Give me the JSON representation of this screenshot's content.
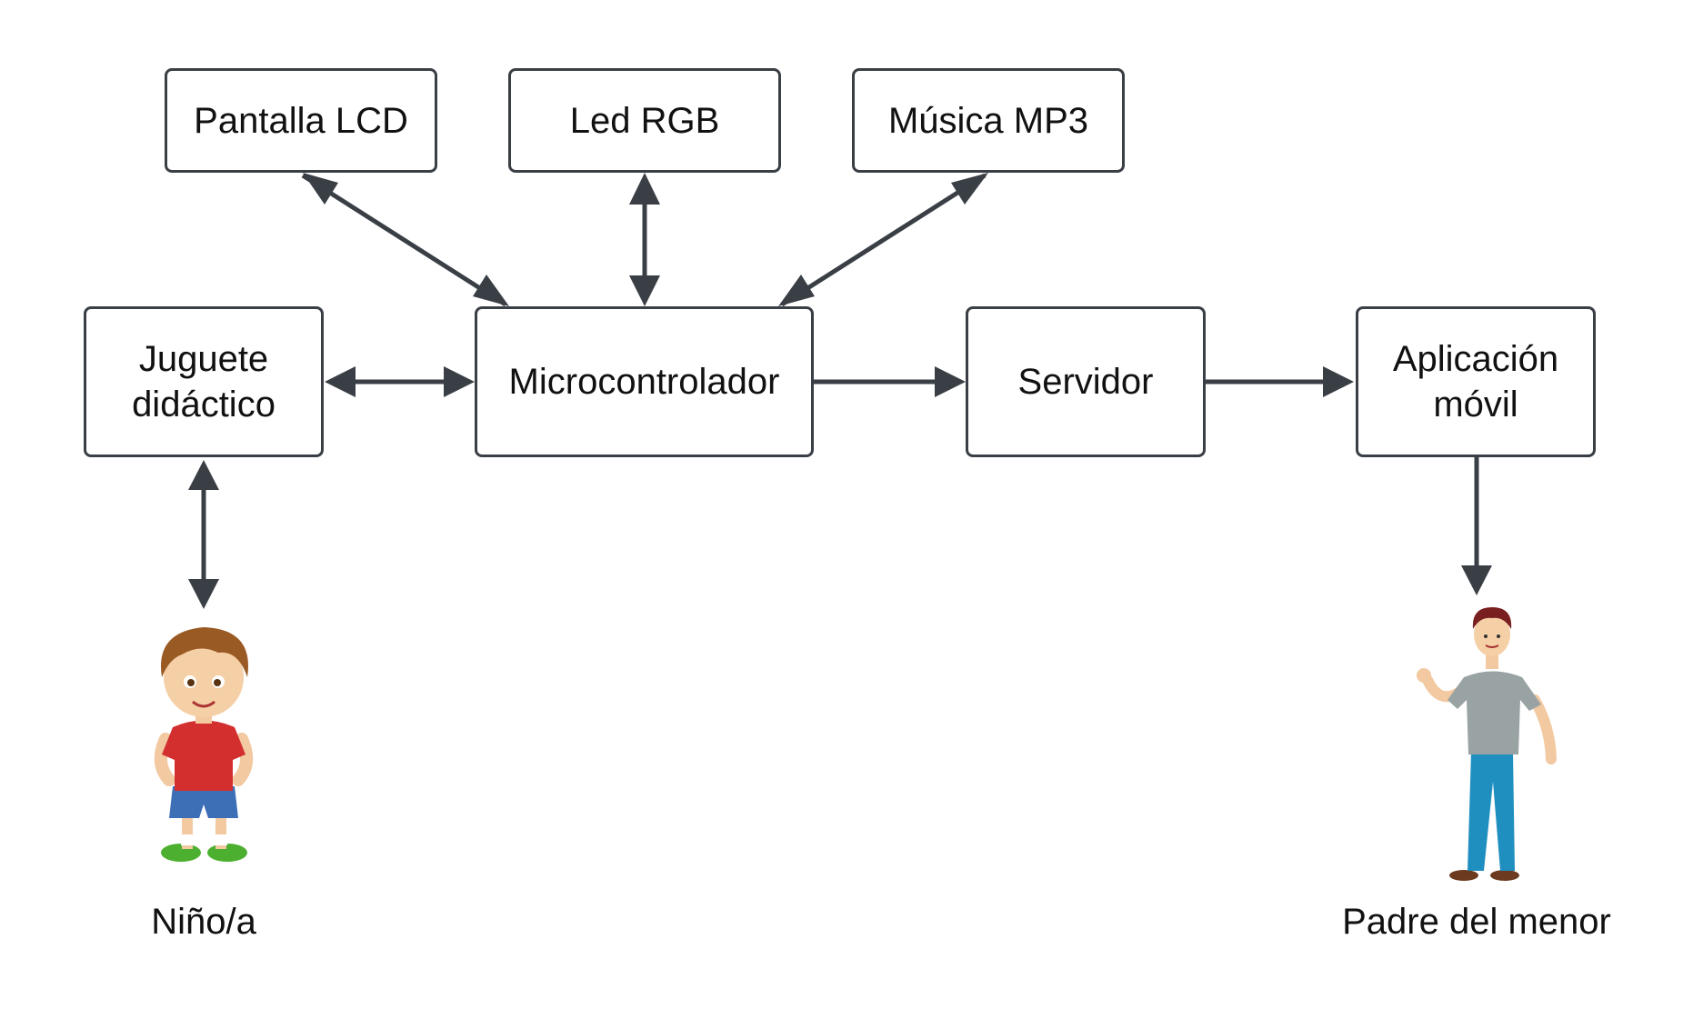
{
  "diagram": {
    "nodes": {
      "pantalla": "Pantalla LCD",
      "led": "Led RGB",
      "musica": "Música MP3",
      "juguete": "Juguete\ndidáctico",
      "micro": "Microcontrolador",
      "servidor": "Servidor",
      "app": "Aplicación\nmóvil"
    },
    "captions": {
      "child": "Niño/a",
      "parent": "Padre del menor"
    },
    "edges": [
      {
        "from": "micro",
        "to": "pantalla",
        "direction": "both"
      },
      {
        "from": "micro",
        "to": "led",
        "direction": "both"
      },
      {
        "from": "micro",
        "to": "musica",
        "direction": "both"
      },
      {
        "from": "juguete",
        "to": "micro",
        "direction": "both"
      },
      {
        "from": "micro",
        "to": "servidor",
        "direction": "forward"
      },
      {
        "from": "servidor",
        "to": "app",
        "direction": "forward"
      },
      {
        "from": "juguete",
        "to": "child",
        "direction": "both"
      },
      {
        "from": "app",
        "to": "parent",
        "direction": "forward"
      }
    ],
    "colors": {
      "stroke": "#3a3f46",
      "text": "#111111"
    },
    "figures": {
      "child": "child-illustration",
      "parent": "man-illustration"
    }
  }
}
